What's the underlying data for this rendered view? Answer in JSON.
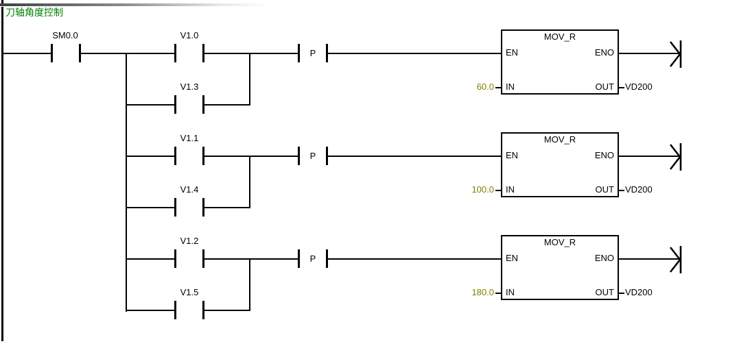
{
  "network": {
    "title": "刀轴角度控制"
  },
  "colors": {
    "title_green": "#008000",
    "wire_black": "#000000",
    "in_value_olive": "#808000"
  },
  "power_contact": {
    "label": "SM0.0"
  },
  "rungs": [
    {
      "contact_main": "V1.0",
      "contact_branch": "V1.3",
      "edge": "P",
      "block": {
        "title": "MOV_R",
        "en": "EN",
        "eno": "ENO",
        "in": "IN",
        "out": "OUT",
        "in_value": "60.0",
        "out_operand": "VD200"
      }
    },
    {
      "contact_main": "V1.1",
      "contact_branch": "V1.4",
      "edge": "P",
      "block": {
        "title": "MOV_R",
        "en": "EN",
        "eno": "ENO",
        "in": "IN",
        "out": "OUT",
        "in_value": "100.0",
        "out_operand": "VD200"
      }
    },
    {
      "contact_main": "V1.2",
      "contact_branch": "V1.5",
      "edge": "P",
      "block": {
        "title": "MOV_R",
        "en": "EN",
        "eno": "ENO",
        "in": "IN",
        "out": "OUT",
        "in_value": "180.0",
        "out_operand": "VD200"
      }
    }
  ]
}
